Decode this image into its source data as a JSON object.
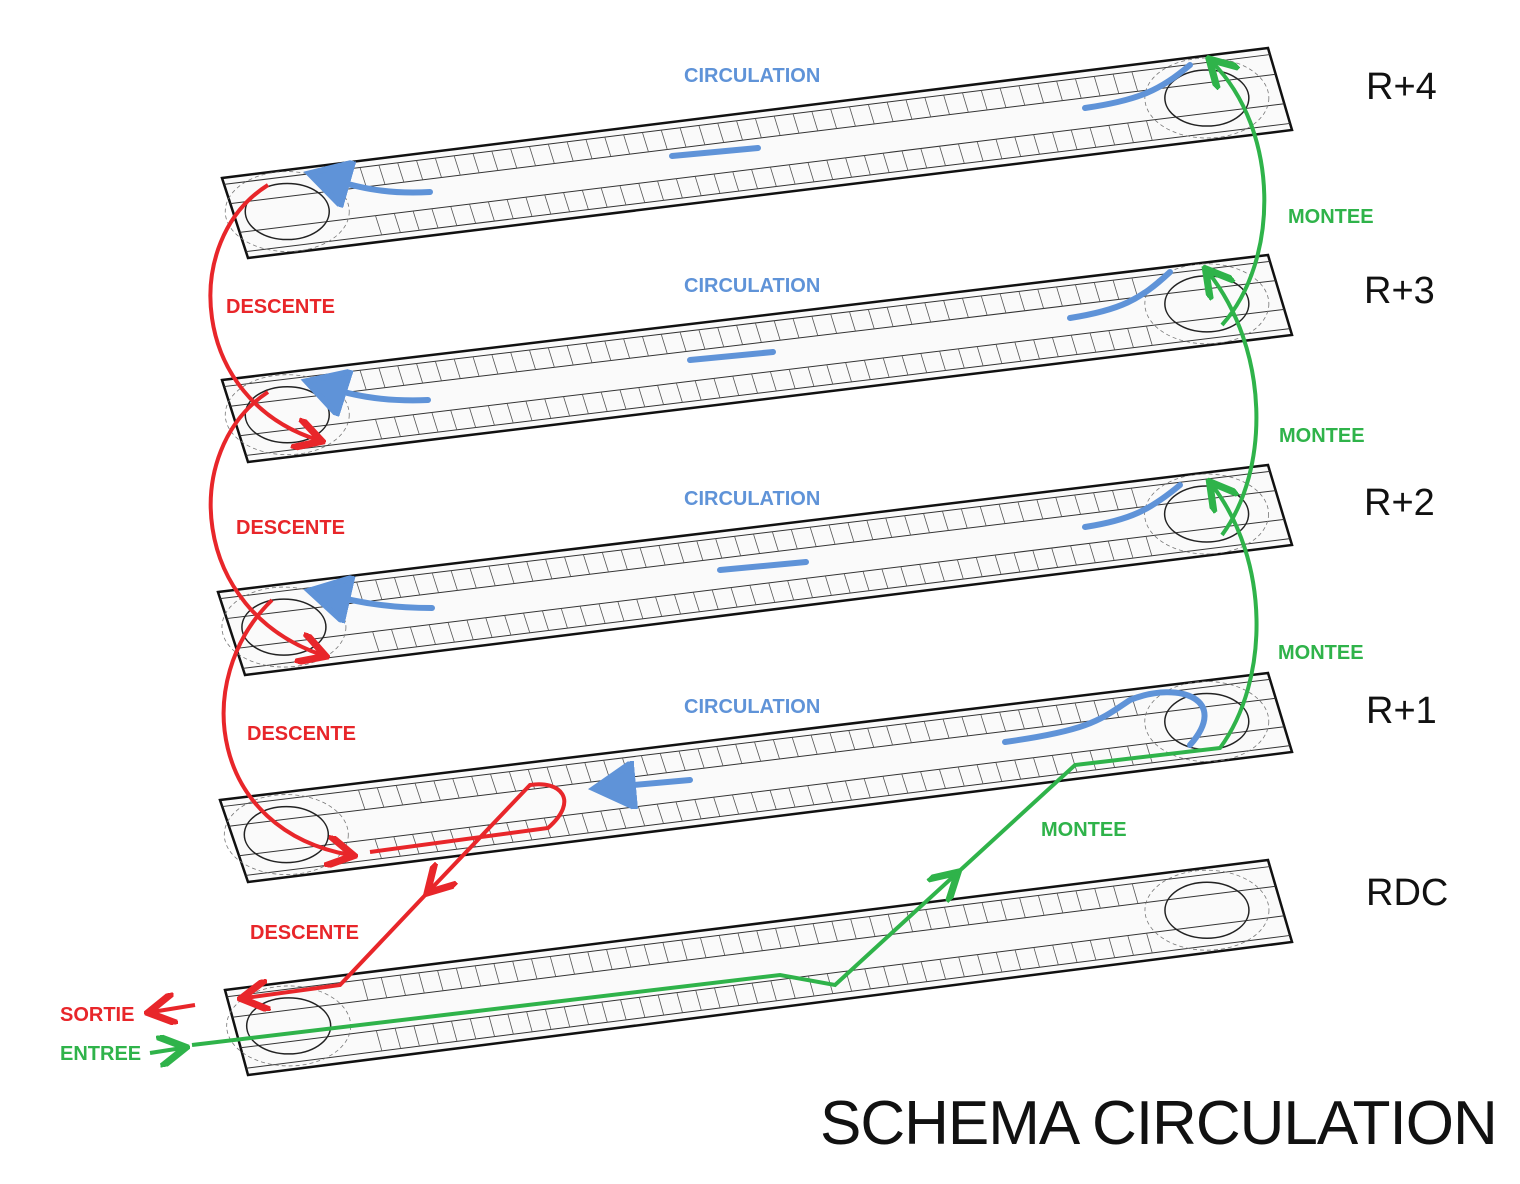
{
  "title": "SCHEMA CIRCULATION",
  "levels": [
    "R+4",
    "R+3",
    "R+2",
    "R+1",
    "RDC"
  ],
  "labels": {
    "circulation": "CIRCULATION",
    "descente": "DESCENTE",
    "montee": "MONTEE",
    "sortie": "SORTIE",
    "entree": "ENTREE"
  },
  "colors": {
    "circulation": "#5f93d8",
    "descente": "#e8262a",
    "montee": "#2fb34a"
  }
}
